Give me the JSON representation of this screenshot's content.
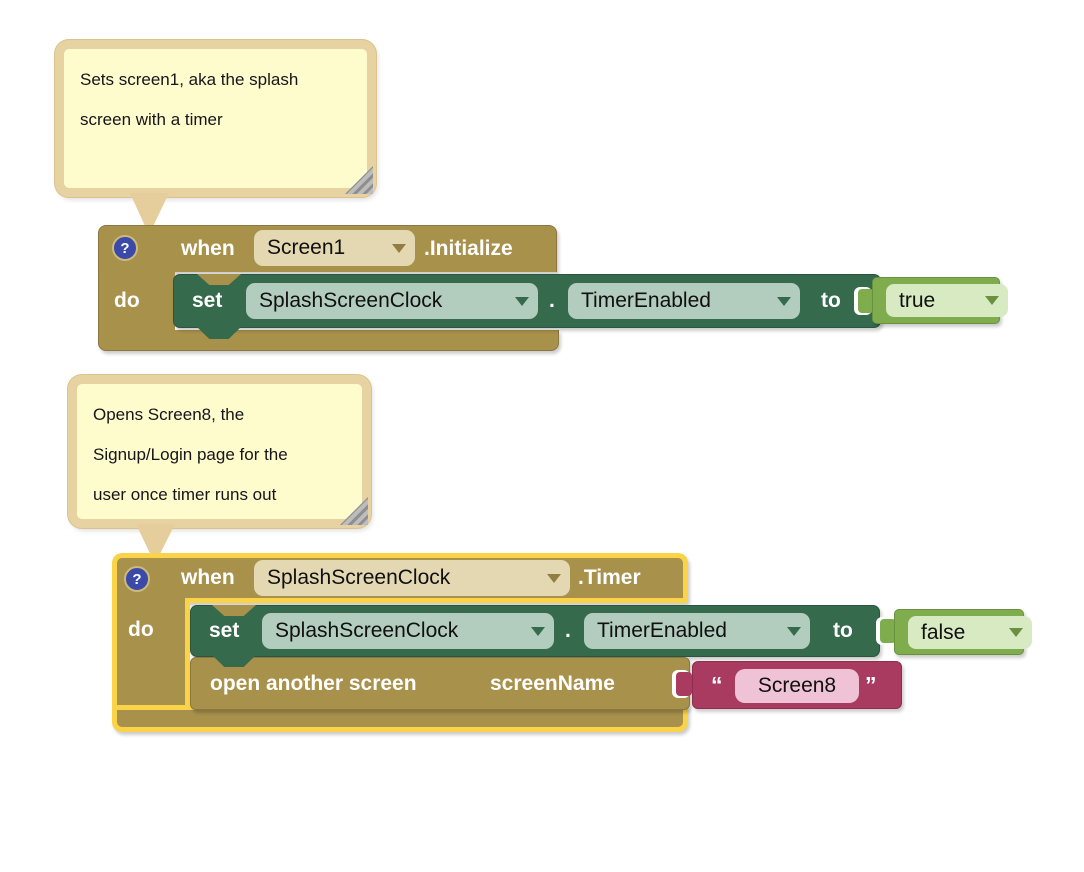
{
  "app": "App Inventor Blocks Editor",
  "colors": {
    "event_gold": "#A8914B",
    "setter_green": "#356A4C",
    "logic_green": "#7FAD4E",
    "text_magenta": "#AA3B60",
    "selection_outline": "#FBD348",
    "comment_bg": "#FEFBCD",
    "comment_border": "#E7D2A2",
    "help_icon_blue": "#3B49A8",
    "dropdown_tan": "#E3D8B2",
    "dropdown_sage": "#B2CCBE",
    "dropdown_light_green": "#D8EAC2",
    "text_field_pink": "#EFC2D6"
  },
  "comments": [
    {
      "lines": [
        "Sets screen1, aka the splash",
        "screen with a timer"
      ]
    },
    {
      "lines": [
        "Opens Screen8, the",
        "Signup/Login page for the",
        "user once timer runs out"
      ]
    }
  ],
  "group1": {
    "help": "?",
    "when": "when",
    "component": "Screen1",
    "event": ".Initialize",
    "do": "do",
    "set": {
      "label": "set",
      "component": "SplashScreenClock",
      "dot": ".",
      "property": "TimerEnabled",
      "to": "to",
      "value": "true"
    }
  },
  "group2": {
    "help": "?",
    "when": "when",
    "component": "SplashScreenClock",
    "event": ".Timer",
    "do": "do",
    "set": {
      "label": "set",
      "component": "SplashScreenClock",
      "dot": ".",
      "property": "TimerEnabled",
      "to": "to",
      "value": "false"
    },
    "open": {
      "label": "open another screen",
      "param": "screenName",
      "quote_open": "“",
      "quote_close": "”",
      "value": "Screen8"
    }
  }
}
